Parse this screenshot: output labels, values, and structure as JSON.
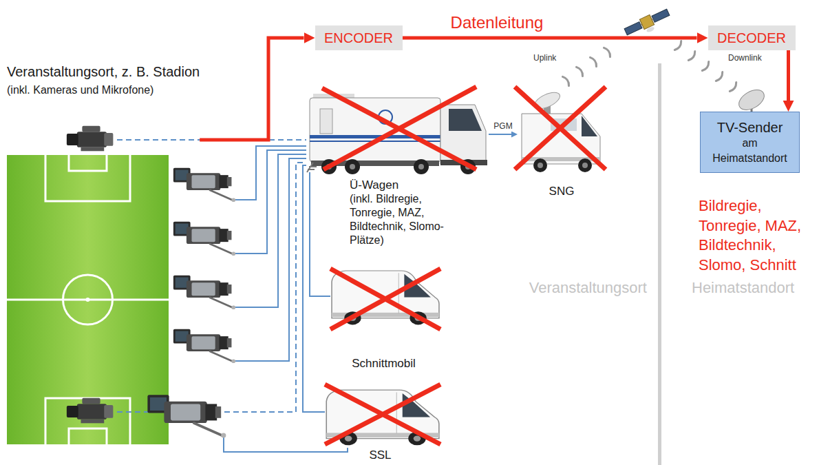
{
  "diagram": {
    "nodes": [
      {
        "text": [
          "Veranstaltungsort, z. B. Stadion",
          "(inkl. Kameras und Mikrofone)"
        ]
      },
      {
        "text": [
          "ENCODER"
        ]
      },
      {
        "text": [
          "DECODER"
        ]
      },
      {
        "text": [
          "Ü-Wagen",
          "(inkl. Bildregie, Tonregie, MAZ, Bildtechnik, Slomo-Plätze)"
        ]
      },
      {
        "text": [
          "SNG"
        ]
      },
      {
        "text": [
          "TV-Sender",
          "am Heimatstandort"
        ]
      },
      {
        "text": [
          "Schnittmobil"
        ]
      },
      {
        "text": [
          "SSL"
        ]
      }
    ],
    "edges": [
      {
        "from": 0,
        "to": 1,
        "arrow": "to"
      },
      {
        "from": 1,
        "to": 2,
        "label": "Datenleitung",
        "arrow": "to"
      },
      {
        "from": 2,
        "to": 5,
        "arrow": "to"
      },
      {
        "from": 3,
        "to": 4,
        "label": "PGM",
        "arrow": "to"
      }
    ],
    "labels": [
      "Uplink",
      "Downlink",
      "Bildregie, Tonregie, MAZ, Bildtechnik, Slomo, Schnitt",
      "Veranstaltungsort",
      "Heimatstandort"
    ]
  }
}
